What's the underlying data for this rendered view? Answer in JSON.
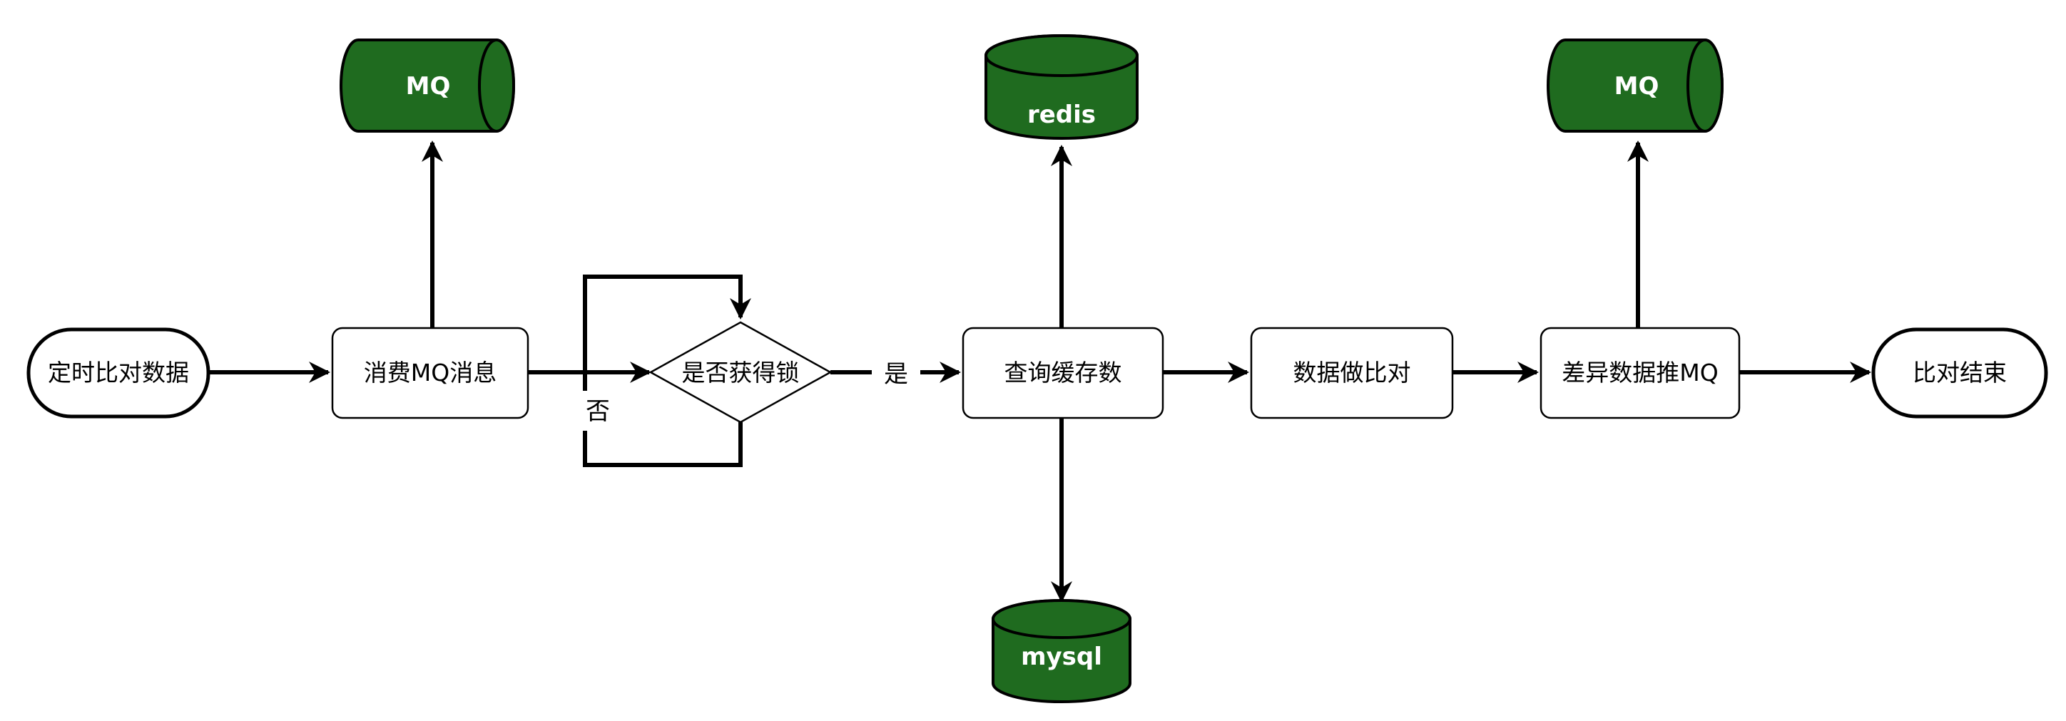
{
  "colors": {
    "db_fill": "#1f6b1f",
    "line": "#000000",
    "box_fill": "#ffffff",
    "db_text": "#ffffff"
  },
  "nodes": {
    "start": "定时比对数据",
    "consume": "消费MQ消息",
    "lock": "是否获得锁",
    "query": "查询缓存数",
    "compare": "数据做比对",
    "push": "差异数据推MQ",
    "end": "比对结束"
  },
  "databases": {
    "mq_left": "MQ",
    "redis": "redis",
    "mysql": "mysql",
    "mq_right": "MQ"
  },
  "edge_labels": {
    "yes": "是",
    "no": "否"
  }
}
